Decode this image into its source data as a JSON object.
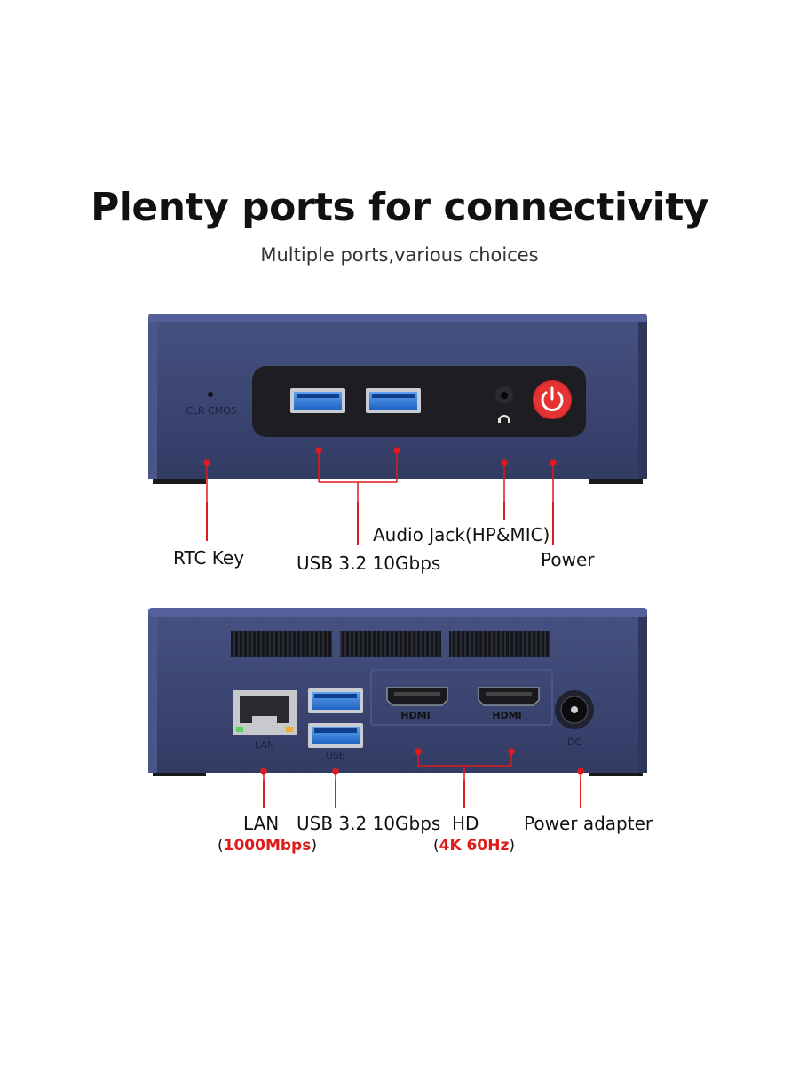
{
  "header": {
    "title": "Plenty ports for connectivity",
    "subtitle": "Multiple ports,various choices"
  },
  "front": {
    "clr_cmos": "CLR CMOS",
    "labels": {
      "rtc_key": "RTC Key",
      "usb": "USB 3.2 10Gbps",
      "audio": "Audio Jack(HP&MIC)",
      "power": "Power"
    }
  },
  "back": {
    "port_text": {
      "lan": "LAN",
      "usb": "USB",
      "hdmi": "HDMI",
      "dc": "DC"
    },
    "labels": {
      "lan": "LAN",
      "lan_speed_open": "(",
      "lan_speed": "1000Mbps",
      "lan_speed_close": ")",
      "usb": "USB 3.2 10Gbps",
      "hd": "HD",
      "hd_res_open": "(",
      "hd_res": "4K 60Hz",
      "hd_res_close": ")",
      "power_adapter": "Power adapter"
    }
  },
  "colors": {
    "chassis": "#3b4570",
    "callout": "#e01a1a",
    "usb_blue": "#2f7de0",
    "power_button": "#d92b2b"
  }
}
